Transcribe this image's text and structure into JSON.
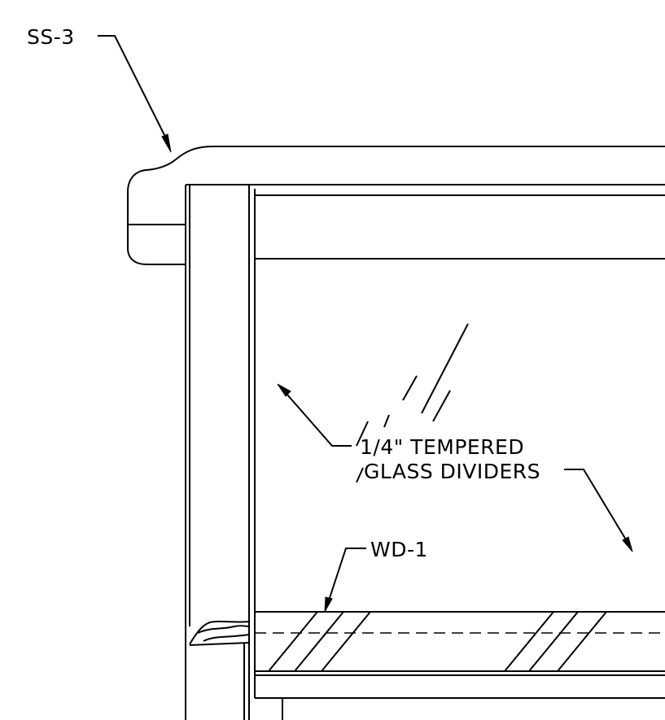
{
  "callouts": {
    "top_left_tag": "SS-3",
    "glass_line_1": "1/4\" TEMPERED",
    "glass_line_2": "GLASS DIVIDERS",
    "shelf_tag": "WD-1"
  }
}
